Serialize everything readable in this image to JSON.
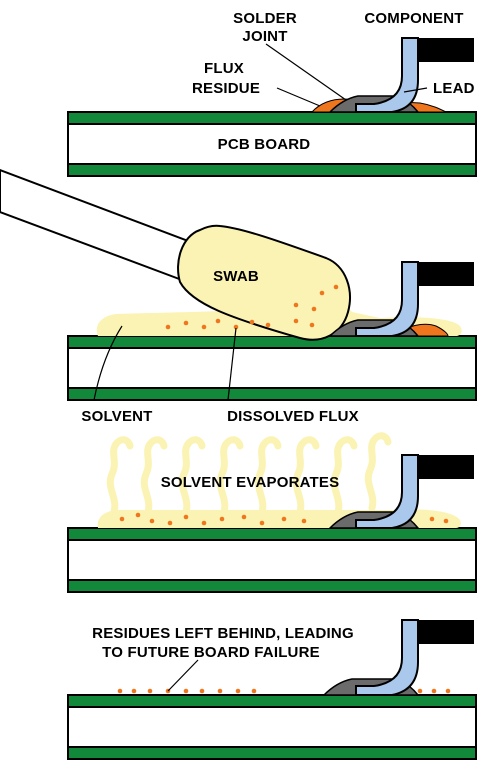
{
  "panel1": {
    "label_solder_joint_line1": "SOLDER",
    "label_solder_joint_line2": "JOINT",
    "label_component": "COMPONENT",
    "label_flux_line1": "FLUX",
    "label_flux_line2": "RESIDUE",
    "label_lead": "LEAD",
    "label_pcb": "PCB BOARD"
  },
  "panel2": {
    "label_swab": "SWAB",
    "label_solvent": "SOLVENT",
    "label_dissolved": "DISSOLVED FLUX"
  },
  "panel3": {
    "label_evaporates": "SOLVENT EVAPORATES"
  },
  "panel4": {
    "label_line1": "RESIDUES LEFT BEHIND, LEADING",
    "label_line2": "TO FUTURE BOARD FAILURE"
  },
  "colors": {
    "board_green": "#11883a",
    "lead_blue": "#a9c8ec",
    "solder_gray": "#6b6b6b",
    "flux_orange": "#f0761e",
    "solvent_yellow": "#fbf3b3",
    "component_black": "#000000"
  },
  "icons": [
    "pcb-board-icon",
    "component-icon",
    "lead-icon",
    "solder-joint-icon",
    "swab-icon",
    "vapor-icon"
  ]
}
